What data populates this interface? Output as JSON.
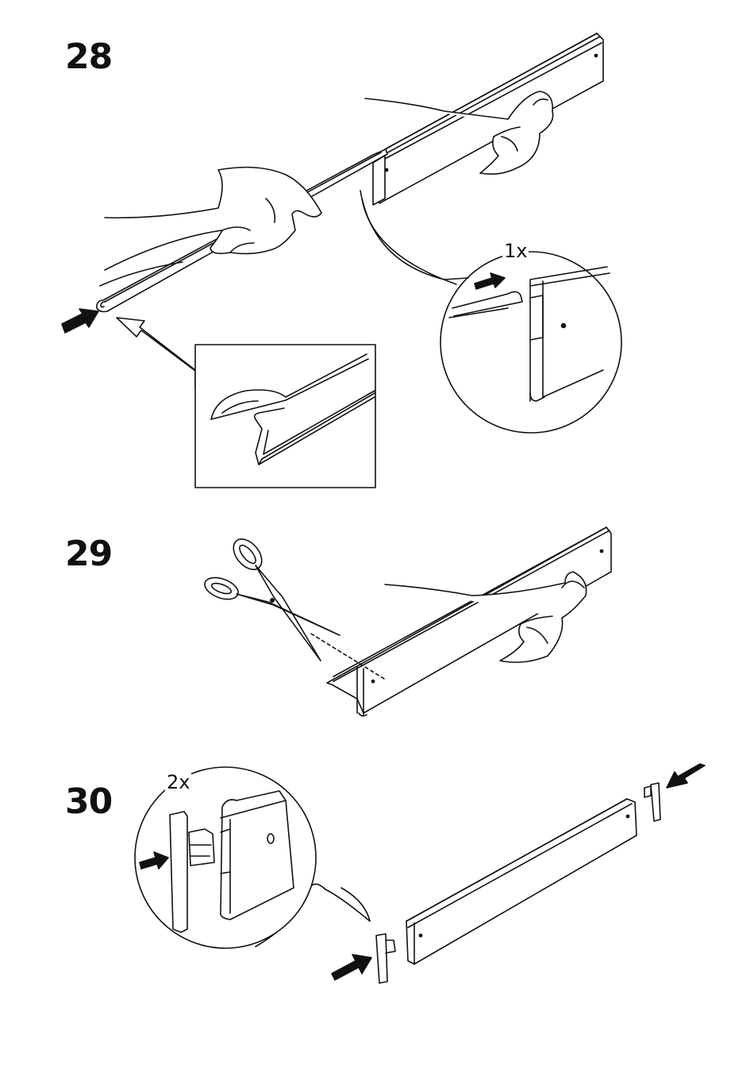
{
  "steps": [
    {
      "number": "28",
      "quantity": "1x"
    },
    {
      "number": "29"
    },
    {
      "number": "30",
      "quantity": "2x"
    }
  ],
  "icons": [
    "arrow-icon",
    "scissors-icon",
    "hand-icon",
    "magnify-callout-icon"
  ]
}
